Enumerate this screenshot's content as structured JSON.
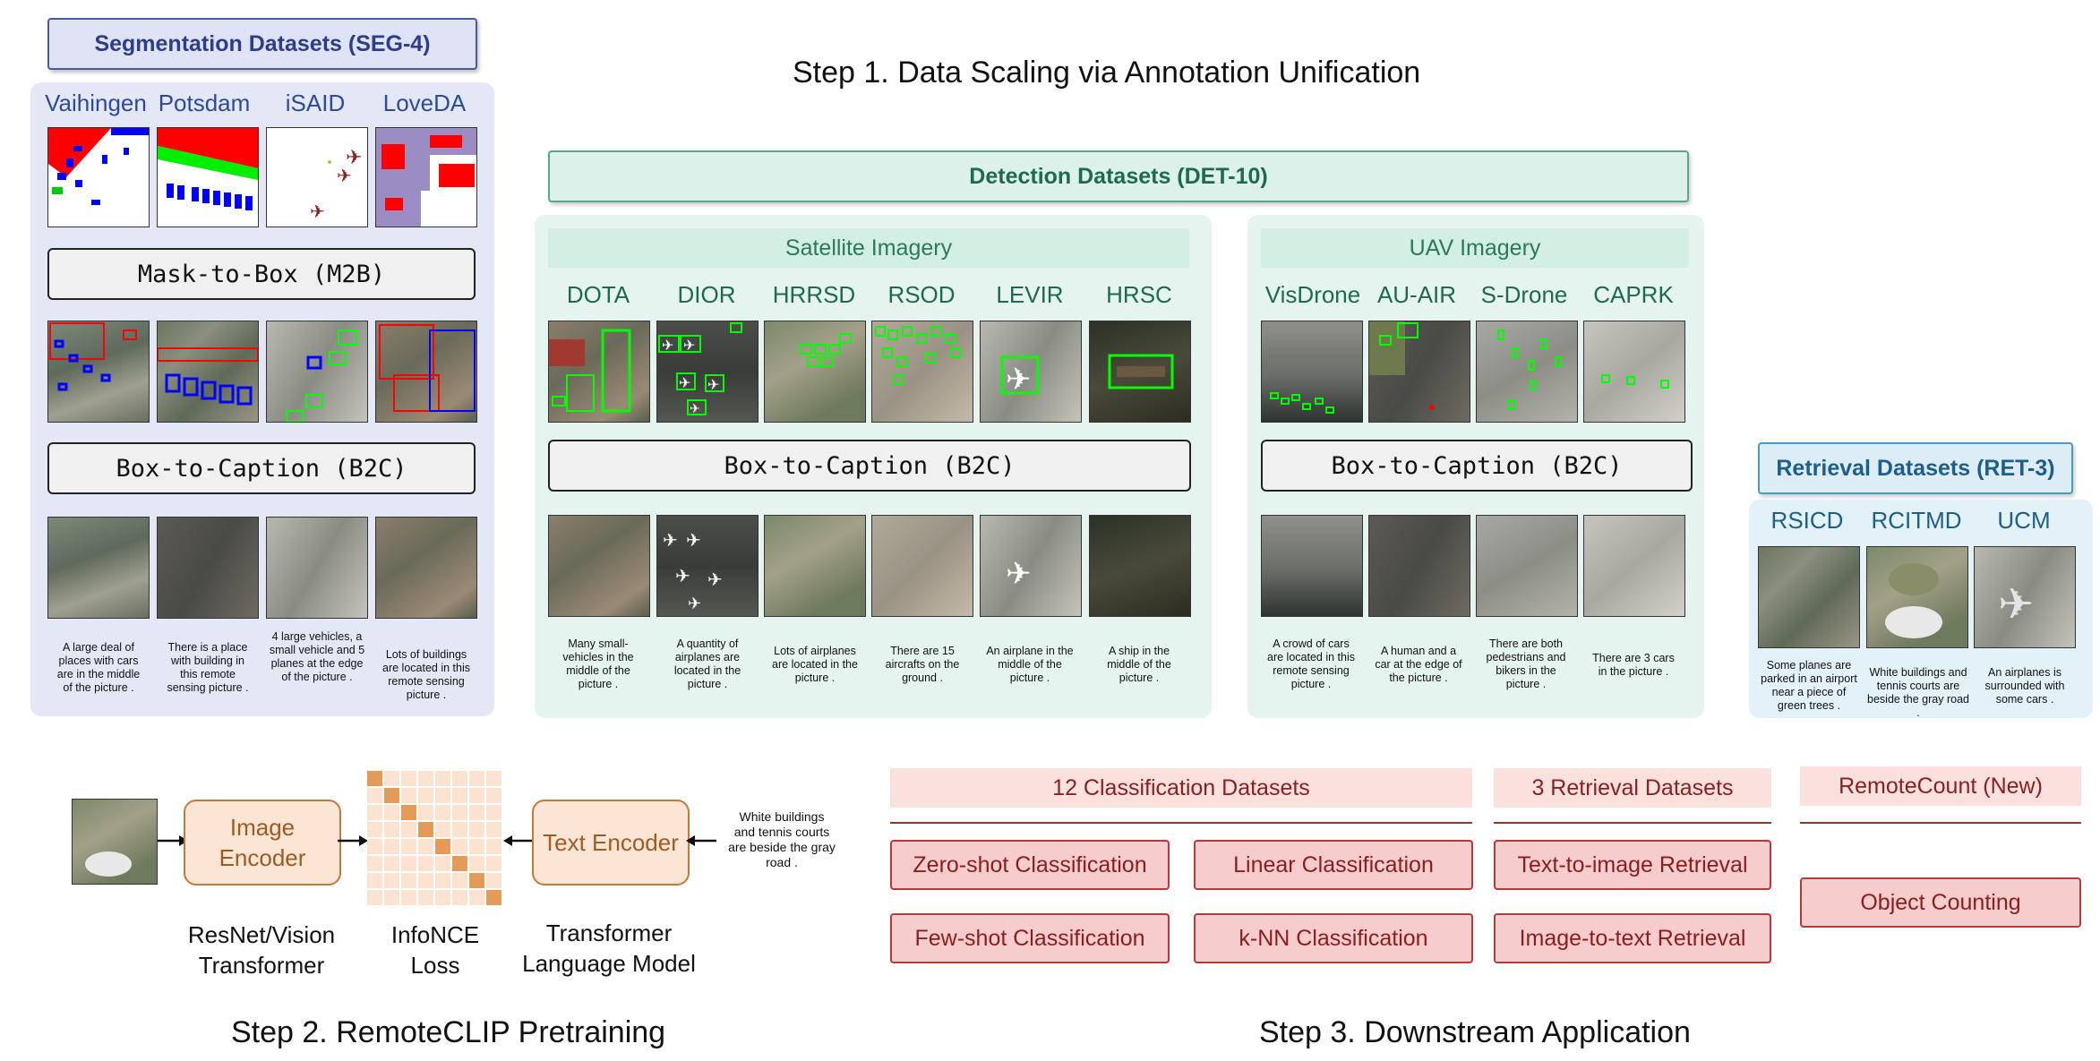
{
  "titles": {
    "step1": "Step 1. Data Scaling via Annotation Unification",
    "step2": "Step 2. RemoteCLIP Pretraining",
    "step3": "Step 3. Downstream Application"
  },
  "seg": {
    "header": "Segmentation Datasets (SEG-4)",
    "datasets": [
      "Vaihingen",
      "Potsdam",
      "iSAID",
      "LoveDA"
    ],
    "m2b": "Mask-to-Box (M2B)",
    "b2c": "Box-to-Caption (B2C)",
    "captions": [
      "A large deal of places with cars are in the middle of the picture .",
      "There is a place with building in this remote sensing picture .",
      "4 large vehicles, a small vehicle and 5 planes at the edge of the picture .",
      "Lots of buildings are located in this remote sensing picture ."
    ]
  },
  "det": {
    "header": "Detection Datasets (DET-10)",
    "satellite": {
      "title": "Satellite Imagery",
      "datasets": [
        "DOTA",
        "DIOR",
        "HRRSD",
        "RSOD",
        "LEVIR",
        "HRSC"
      ],
      "b2c": "Box-to-Caption (B2C)",
      "captions": [
        "Many small-vehicles in the middle of the picture .",
        "A quantity of airplanes are located in the picture .",
        "Lots of airplanes are located in the picture .",
        "There are 15 aircrafts on the ground .",
        "An airplane in the middle of the picture .",
        "A ship in the middle of the picture ."
      ]
    },
    "uav": {
      "title": "UAV Imagery",
      "datasets": [
        "VisDrone",
        "AU-AIR",
        "S-Drone",
        "CAPRK"
      ],
      "b2c": "Box-to-Caption (B2C)",
      "captions": [
        "A crowd of cars are located in this remote sensing picture .",
        "A human and a car at the edge of the picture .",
        "There are both pedestrians and bikers in the picture .",
        "There are 3 cars in the picture ."
      ]
    }
  },
  "ret": {
    "header": "Retrieval Datasets (RET-3)",
    "datasets": [
      "RSICD",
      "RCITMD",
      "UCM"
    ],
    "captions": [
      "Some planes are parked in an airport near a piece of green trees .",
      "White buildings and tennis courts are beside the gray road .",
      "An airplanes is surrounded with some cars ."
    ]
  },
  "pretrain": {
    "image_encoder": "Image Encoder",
    "text_encoder": "Text Encoder",
    "image_encoder_label": "ResNet/Vision Transformer",
    "loss_label": "InfoNCE Loss",
    "text_encoder_label": "Transformer Language Model",
    "input_text": "White buildings and tennis courts are beside the gray road ."
  },
  "downstream": {
    "classification_header": "12 Classification Datasets",
    "retrieval_header": "3 Retrieval Datasets",
    "count_header": "RemoteCount (New)",
    "tasks": {
      "zero_shot": "Zero-shot Classification",
      "linear": "Linear Classification",
      "few_shot": "Few-shot Classification",
      "knn": "k-NN Classification",
      "t2i": "Text-to-image Retrieval",
      "i2t": "Image-to-text Retrieval",
      "count": "Object Counting"
    }
  },
  "colors": {
    "seg_accent": "#2c3e8a",
    "det_accent": "#1e6a4e",
    "ret_accent": "#1d5e8a",
    "pretrain_accent": "#c07a3e",
    "downstream_accent": "#b53a3a",
    "box_annotation": "#22dd22",
    "mask_red": "#ff0000"
  }
}
